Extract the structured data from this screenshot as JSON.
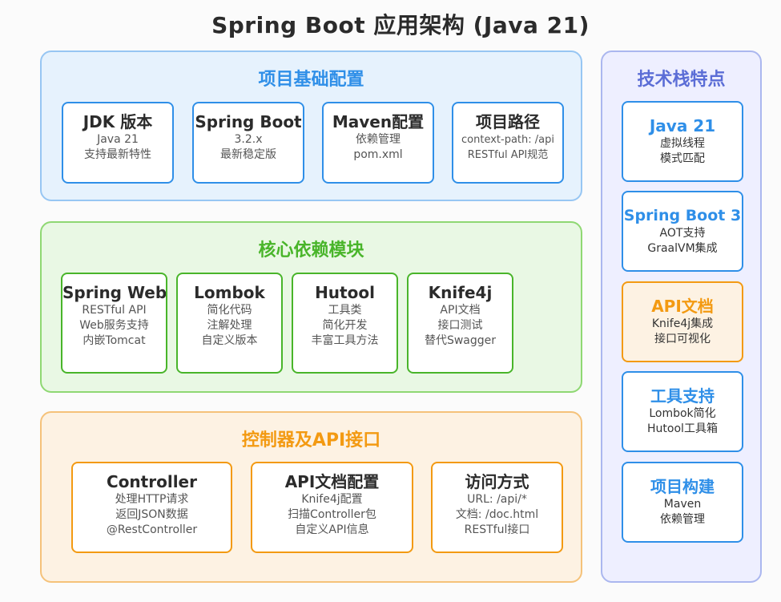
{
  "title": "Spring Boot 应用架构 (Java 21)",
  "sections": {
    "base": {
      "title": "项目基础配置",
      "cards": [
        {
          "title": "JDK 版本",
          "lines": [
            "Java 21",
            "支持最新特性"
          ]
        },
        {
          "title": "Spring Boot",
          "lines": [
            "3.2.x",
            "最新稳定版"
          ]
        },
        {
          "title": "Maven配置",
          "lines": [
            "依赖管理",
            "pom.xml"
          ]
        },
        {
          "title": "项目路径",
          "lines": [
            "context-path: /api",
            "RESTful API规范"
          ]
        }
      ]
    },
    "core": {
      "title": "核心依赖模块",
      "cards": [
        {
          "title": "Spring Web",
          "lines": [
            "RESTful API",
            "Web服务支持",
            "内嵌Tomcat"
          ]
        },
        {
          "title": "Lombok",
          "lines": [
            "简化代码",
            "注解处理",
            "自定义版本"
          ]
        },
        {
          "title": "Hutool",
          "lines": [
            "工具类",
            "简化开发",
            "丰富工具方法"
          ]
        },
        {
          "title": "Knife4j",
          "lines": [
            "API文档",
            "接口测试",
            "替代Swagger"
          ]
        }
      ]
    },
    "controller": {
      "title": "控制器及API接口",
      "cards": [
        {
          "title": "Controller",
          "lines": [
            "处理HTTP请求",
            "返回JSON数据",
            "@RestController"
          ]
        },
        {
          "title": "API文档配置",
          "lines": [
            "Knife4j配置",
            "扫描Controller包",
            "自定义API信息"
          ]
        },
        {
          "title": "访问方式",
          "lines": [
            "URL: /api/*",
            "文档: /doc.html",
            "RESTful接口"
          ]
        }
      ]
    },
    "tech": {
      "title": "技术栈特点",
      "cards": [
        {
          "title": "Java 21",
          "lines": [
            "虚拟线程",
            "模式匹配"
          ]
        },
        {
          "title": "Spring Boot 3",
          "lines": [
            "AOT支持",
            "GraalVM集成"
          ]
        },
        {
          "title": "API文档",
          "lines": [
            "Knife4j集成",
            "接口可视化"
          ]
        },
        {
          "title": "工具支持",
          "lines": [
            "Lombok简化",
            "Hutool工具箱"
          ]
        },
        {
          "title": "项目构建",
          "lines": [
            "Maven",
            "依赖管理"
          ]
        }
      ]
    }
  },
  "colors": {
    "blue": "#2f8fe8",
    "green": "#49b52a",
    "orange": "#f39a12",
    "purple": "#5b6dd6"
  }
}
